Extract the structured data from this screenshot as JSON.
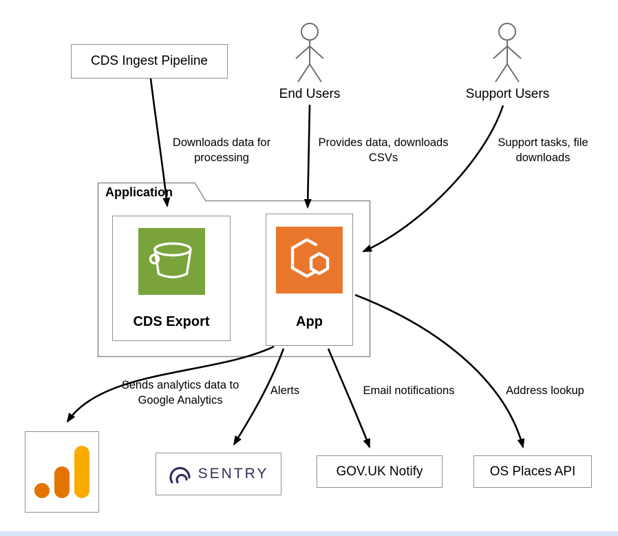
{
  "nodes": {
    "cds_ingest": {
      "label": "CDS Ingest Pipeline"
    },
    "end_users": {
      "label": "End Users"
    },
    "support_users": {
      "label": "Support Users"
    },
    "application_group": {
      "label": "Application"
    },
    "cds_export": {
      "label": "CDS Export"
    },
    "app": {
      "label": "App"
    },
    "sentry": {
      "label": "SENTRY"
    },
    "govuk_notify": {
      "label": "GOV.UK Notify"
    },
    "os_places_api": {
      "label": "OS Places API"
    }
  },
  "edges": {
    "ingest_to_export": {
      "label": "Downloads data for\nprocessing"
    },
    "end_users_to_app": {
      "label": "Provides data, downloads\nCSVs"
    },
    "support_users_to_app": {
      "label": "Support tasks, file\ndownloads"
    },
    "app_to_google_analytics": {
      "label": "Sends analytics data to\nGoogle Analytics"
    },
    "app_to_sentry": {
      "label": "Alerts"
    },
    "app_to_notify": {
      "label": "Email notifications"
    },
    "app_to_os_places": {
      "label": "Address lookup"
    }
  },
  "icons": {
    "cds_export_icon": "aws-s3-bucket-icon",
    "app_icon": "aws-ecs-container-icon",
    "google_analytics_icon": "google-analytics-icon",
    "sentry_icon": "sentry-logo-icon",
    "end_users_icon": "person-actor-icon",
    "support_users_icon": "person-actor-icon"
  },
  "colors": {
    "s3_green": "#7AA43B",
    "ecs_orange": "#E8772D",
    "ga_gold": "#F9AB00",
    "ga_orange": "#E37400",
    "sentry_purple": "#362D59",
    "box_border": "#8F8F8F",
    "actor_gray": "#6E6E6E",
    "arrow": "#000000"
  }
}
